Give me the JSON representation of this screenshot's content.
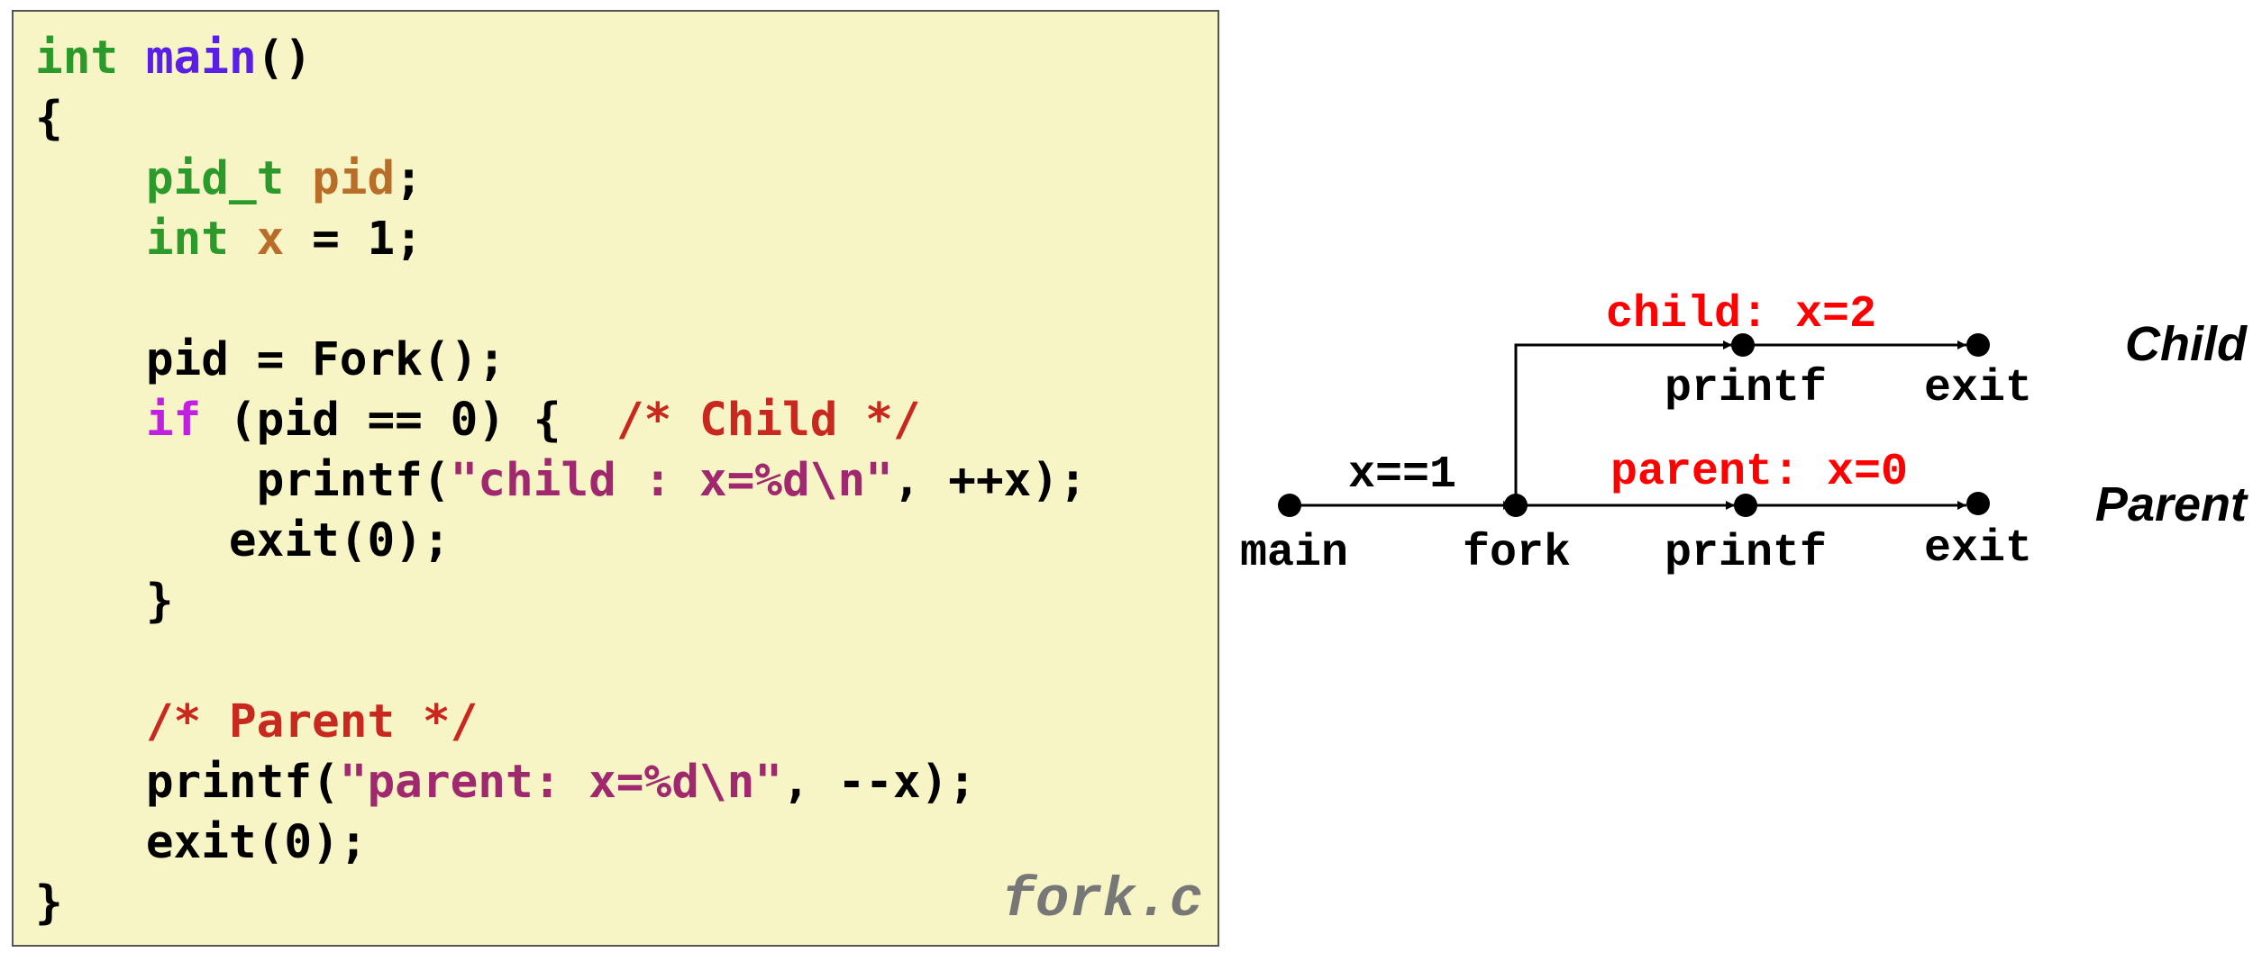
{
  "colors": {
    "code_background": "#f7f4c5",
    "type_keyword": "#2b9a2b",
    "function_name": "#5a1fe6",
    "identifier": "#b86d28",
    "control_keyword": "#c020e0",
    "comment": "#c8281e",
    "string": "#a0286e",
    "diagram_red": "#ff0000",
    "filename": "#777777"
  },
  "code": {
    "lines": [
      [
        {
          "text": "int",
          "style": "type"
        },
        {
          "text": " "
        },
        {
          "text": "main",
          "style": "func"
        },
        {
          "text": "()"
        }
      ],
      [
        {
          "text": "{"
        }
      ],
      [
        {
          "text": "    "
        },
        {
          "text": "pid_t",
          "style": "type"
        },
        {
          "text": " "
        },
        {
          "text": "pid",
          "style": "ident"
        },
        {
          "text": ";"
        }
      ],
      [
        {
          "text": "    "
        },
        {
          "text": "int",
          "style": "type"
        },
        {
          "text": " "
        },
        {
          "text": "x",
          "style": "ident"
        },
        {
          "text": " = 1;"
        }
      ],
      [],
      [
        {
          "text": "    pid = Fork();"
        }
      ],
      [
        {
          "text": "    "
        },
        {
          "text": "if",
          "style": "ctrl"
        },
        {
          "text": " (pid == 0) {  "
        },
        {
          "text": "/* Child */",
          "style": "comment"
        }
      ],
      [
        {
          "text": "        printf("
        },
        {
          "text": "\"child : x=%d\\n\"",
          "style": "string"
        },
        {
          "text": ", ++x);"
        }
      ],
      [
        {
          "text": "       exit(0);"
        }
      ],
      [
        {
          "text": "    }"
        }
      ],
      [],
      [
        {
          "text": "    "
        },
        {
          "text": "/* Parent */",
          "style": "comment"
        }
      ],
      [
        {
          "text": "    printf("
        },
        {
          "text": "\"parent: x=%d\\n\"",
          "style": "string"
        },
        {
          "text": ", --x);"
        }
      ],
      [
        {
          "text": "    exit(0);"
        }
      ],
      [
        {
          "text": "}"
        }
      ]
    ],
    "filename": "fork.c"
  },
  "diagram": {
    "nodes": {
      "main": "main",
      "fork": "fork",
      "child_printf": "printf",
      "child_exit": "exit",
      "parent_printf": "printf",
      "parent_exit": "exit"
    },
    "edge_labels": {
      "main_to_fork": "x==1",
      "child_printf": "child: x=2",
      "parent_printf": "parent: x=0"
    },
    "row_labels": {
      "child": "Child",
      "parent": "Parent"
    }
  }
}
